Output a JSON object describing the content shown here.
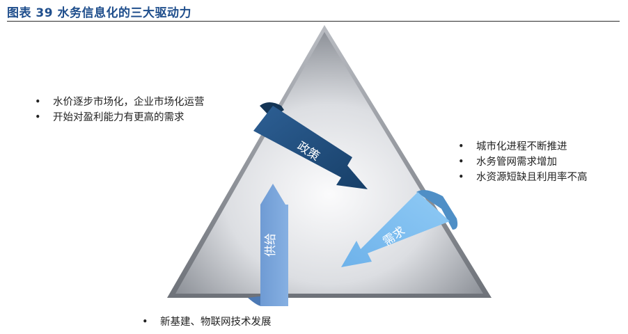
{
  "figure": {
    "title": "图表 39 水务信息化的三大驱动力"
  },
  "arrows": {
    "policy": "政策",
    "demand": "需求",
    "supply": "供给"
  },
  "bullet_groups": {
    "policy": [
      "水价逐步市场化，企业市场化运营",
      "开始对盈利能力有更高的需求"
    ],
    "demand": [
      "城市化进程不断推进",
      "水务管网需求增加",
      "水资源短缺且利用率不高"
    ],
    "supply": [
      "新基建、物联网技术发展"
    ]
  },
  "colors": {
    "title": "#1f4e8c",
    "policy_arrow": "#1f4e79",
    "demand_arrow": "#7bbcf0",
    "supply_arrow": "#7aa6dc",
    "triangle_light": "#f2f3f5",
    "triangle_dark": "#8e9299"
  }
}
